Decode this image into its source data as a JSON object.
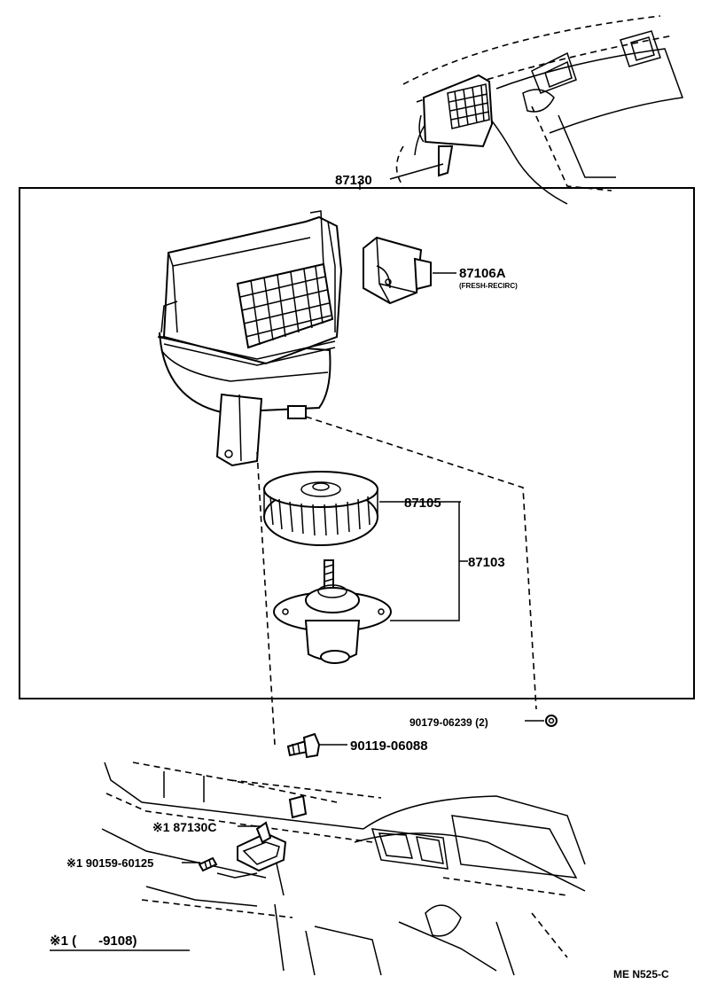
{
  "labels": {
    "assembly": "87130",
    "servo": "87106A",
    "servo_note": "(FRESH-RECIRC)",
    "fan": "87105",
    "motor_assy": "87103",
    "nut": "90179-06239 (2)",
    "bolt": "90119-06088",
    "bracket": "※1 87130C",
    "screw": "※1 90159-60125",
    "footnote": "※1 (      -9108)",
    "code": "ME N525-C"
  }
}
